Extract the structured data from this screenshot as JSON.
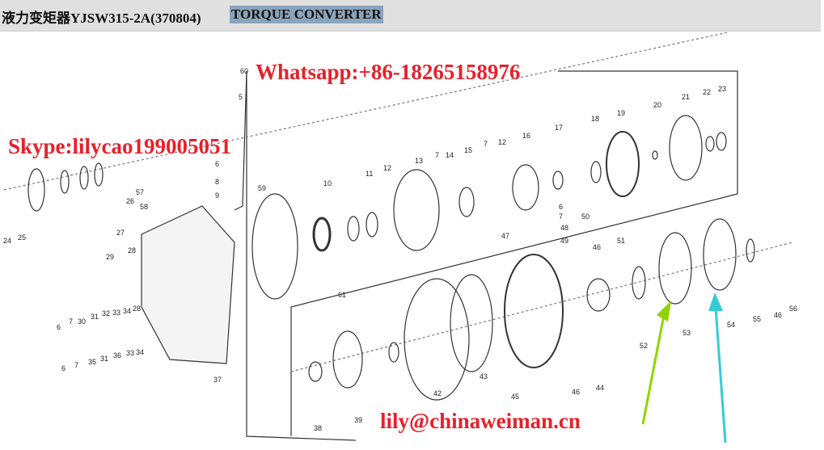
{
  "header": {
    "title": "液力变矩器YJSW315-2A(370804)",
    "subtitle": "TORQUE CONVERTER"
  },
  "watermarks": {
    "whatsapp": "Whatsapp:+86-18265158976",
    "skype": "Skype:lilycao199005051",
    "email": "lily@chinaweiman.cn"
  },
  "arrow_colors": {
    "left": "#8fd400",
    "right": "#33ccd6"
  },
  "part_labels": [
    "60",
    "5",
    "18",
    "19",
    "20",
    "21",
    "22",
    "23",
    "6",
    "8",
    "9",
    "57",
    "58",
    "26",
    "28",
    "27",
    "29",
    "24",
    "25",
    "59",
    "10",
    "11",
    "12",
    "13",
    "7",
    "14",
    "15",
    "7",
    "12",
    "16",
    "17",
    "6",
    "7",
    "48",
    "49",
    "50",
    "47",
    "46",
    "51",
    "61",
    "6",
    "7",
    "30",
    "31",
    "32",
    "33",
    "34",
    "28",
    "6",
    "7",
    "35",
    "31",
    "36",
    "33",
    "34",
    "37",
    "38",
    "39",
    "42",
    "43",
    "45",
    "46",
    "44",
    "52",
    "53",
    "54",
    "55",
    "46",
    "56"
  ]
}
